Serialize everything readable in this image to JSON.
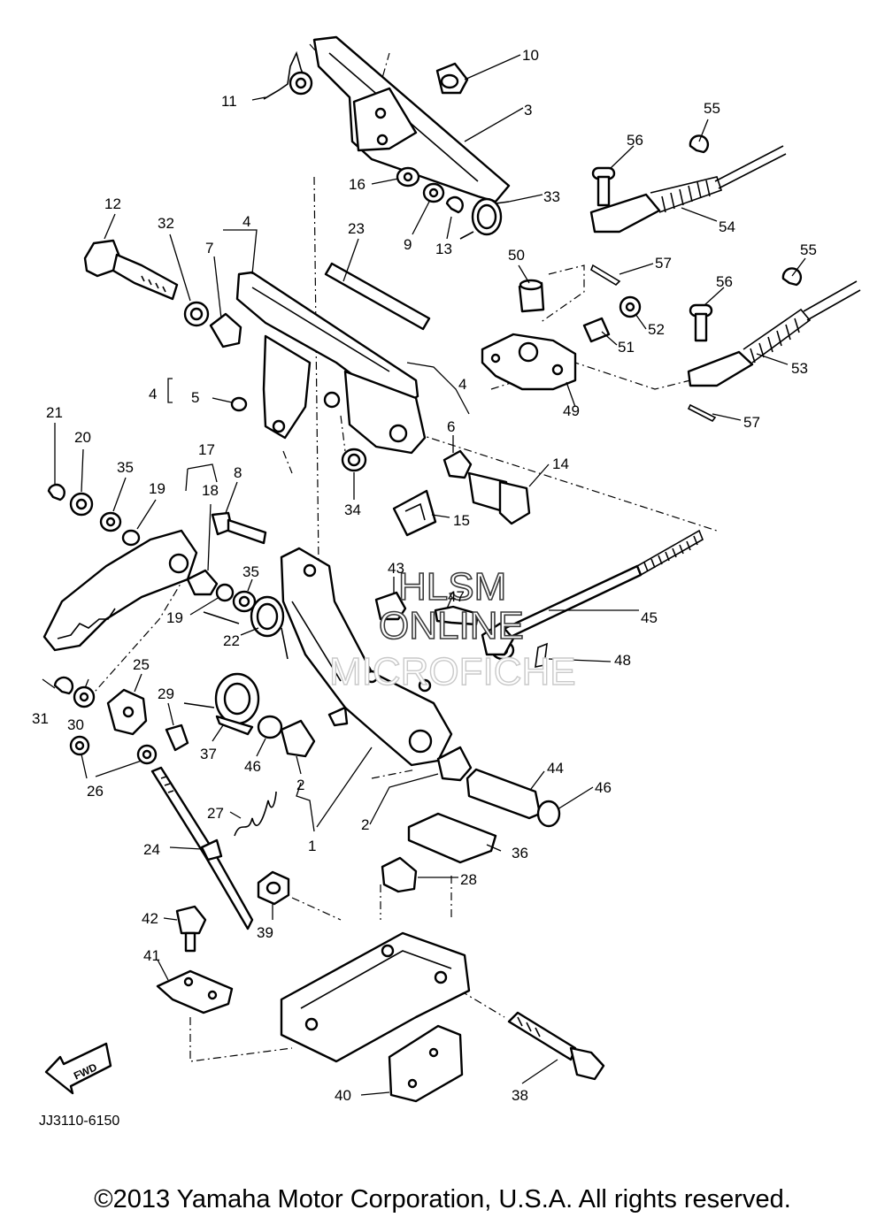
{
  "diagram": {
    "part_numbers": [
      "1",
      "2",
      "3",
      "4",
      "5",
      "6",
      "7",
      "8",
      "9",
      "10",
      "11",
      "12",
      "13",
      "14",
      "15",
      "16",
      "17",
      "18",
      "19",
      "20",
      "21",
      "22",
      "23",
      "24",
      "25",
      "26",
      "27",
      "28",
      "29",
      "30",
      "31",
      "32",
      "33",
      "34",
      "35",
      "36",
      "37",
      "38",
      "39",
      "40",
      "41",
      "42",
      "43",
      "44",
      "45",
      "46",
      "47",
      "48",
      "49",
      "50",
      "51",
      "52",
      "53",
      "54",
      "55",
      "56",
      "57"
    ],
    "diagram_code": "JJ3110-6150",
    "fwd_marker": "FWD"
  },
  "watermark": {
    "line1": "HLSM",
    "line2": "ONLINE",
    "line3": "MICROFICHE"
  },
  "footer": {
    "copyright": "©2013 Yamaha Motor Corporation, U.S.A. All rights reserved."
  }
}
